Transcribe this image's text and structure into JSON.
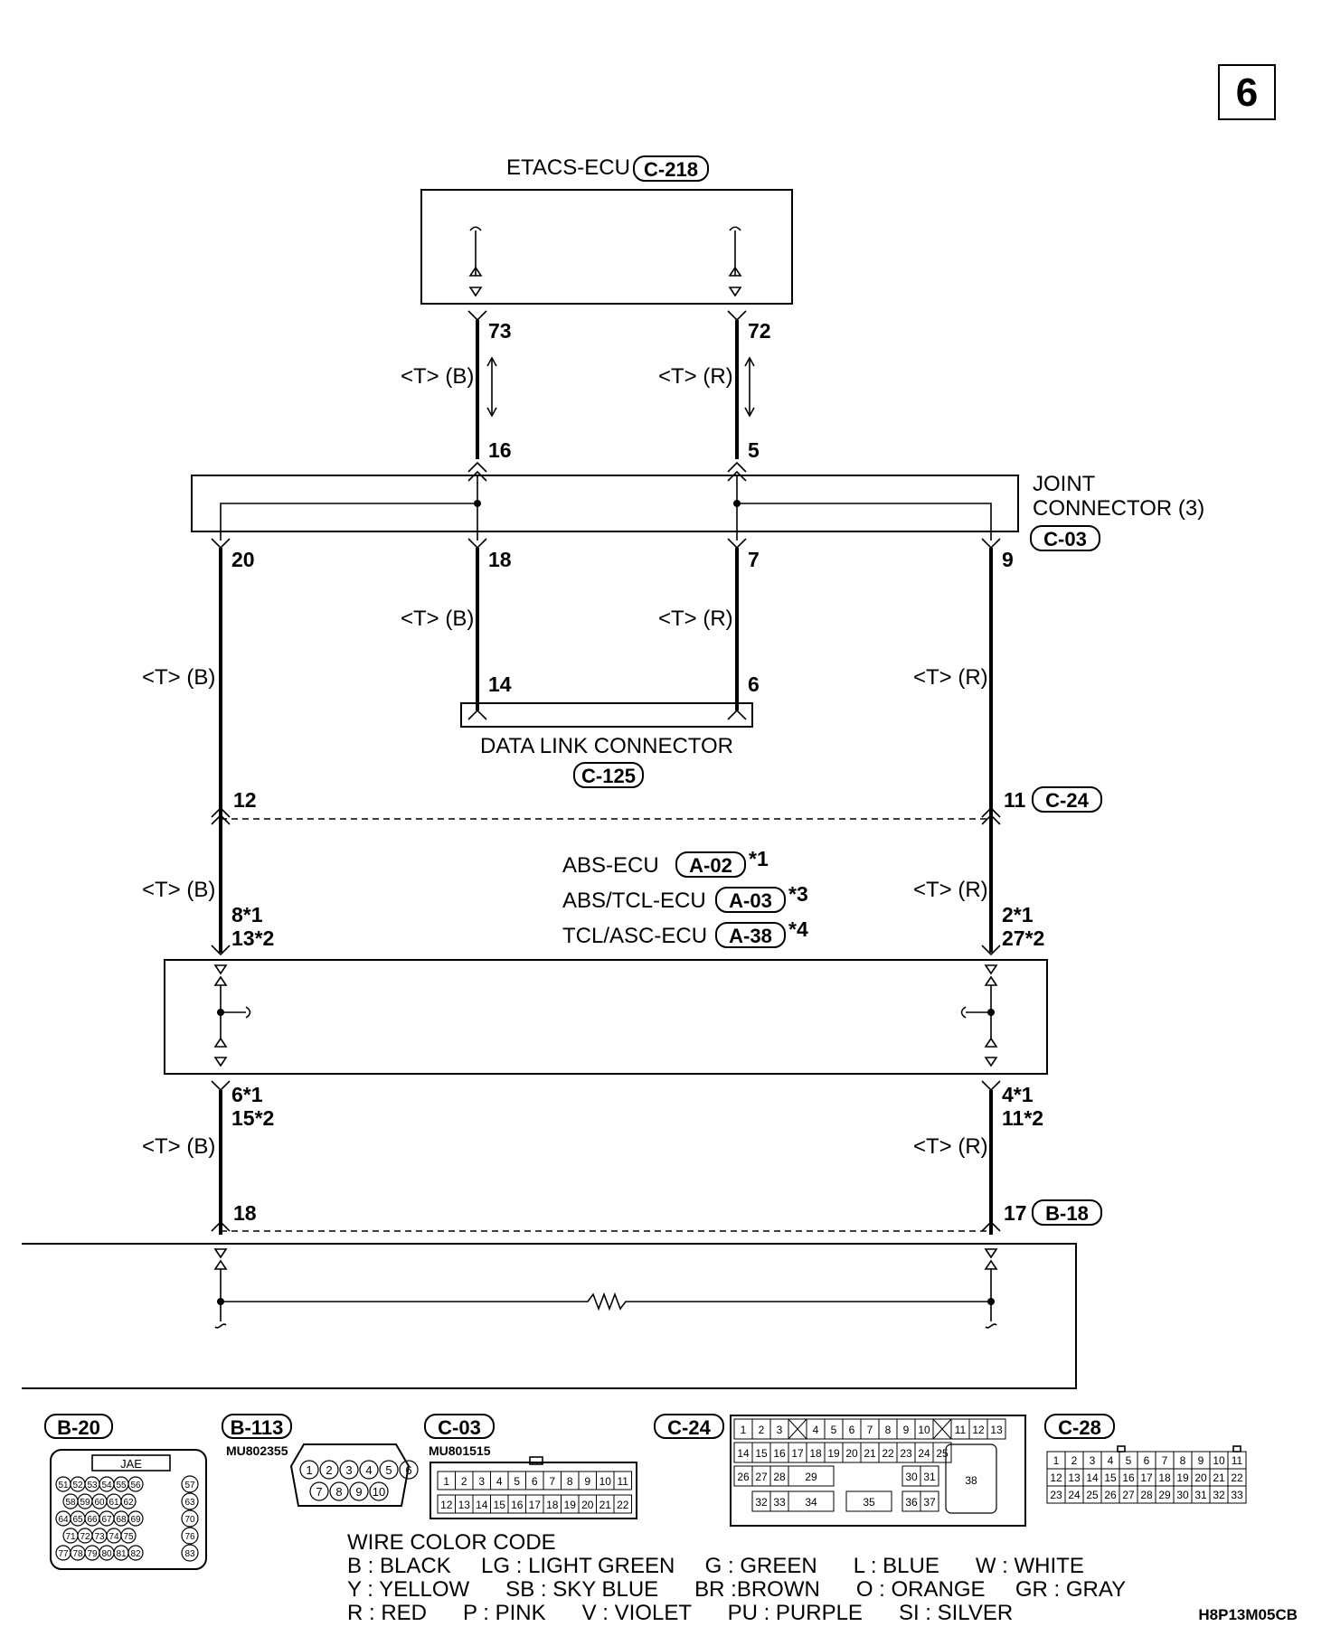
{
  "page_number": "6",
  "etacs": {
    "label": "ETACS-ECU",
    "connector": "C-218",
    "pin_left": "73",
    "pin_right": "72"
  },
  "seg1": {
    "left_wire": "<T> (B)",
    "right_wire": "<T> (R)",
    "pin_left_bottom": "16",
    "pin_right_bottom": "5"
  },
  "joint": {
    "label_line1": "JOINT",
    "label_line2": "CONNECTOR (3)",
    "connector": "C-03",
    "pin_far_left": "20",
    "pin_mid_left": "18",
    "pin_mid_right": "7",
    "pin_far_right": "9"
  },
  "dlc_wires": {
    "left": "<T> (B)",
    "right": "<T> (R)",
    "pin_left": "14",
    "pin_right": "6"
  },
  "dlc": {
    "label": "DATA LINK CONNECTOR",
    "connector": "C-125"
  },
  "seg2": {
    "left_wire": "<T> (B)",
    "right_wire": "<T> (R)"
  },
  "c24": {
    "pin_left": "12",
    "pin_right": "11",
    "connector": "C-24"
  },
  "abs": {
    "line1_label": "ABS-ECU",
    "line1_conn": "A-02",
    "line1_star": "*1",
    "line2_label": "ABS/TCL-ECU",
    "line2_conn": "A-03",
    "line2_star": "*3",
    "line3_label": "TCL/ASC-ECU",
    "line3_conn": "A-38",
    "line3_star": "*4",
    "left_wire": "<T> (B)",
    "right_wire": "<T> (R)",
    "pin_left_top_a": "8*1",
    "pin_left_top_b": "13*2",
    "pin_right_top_a": "2*1",
    "pin_right_top_b": "27*2",
    "pin_left_bot_a": "6*1",
    "pin_left_bot_b": "15*2",
    "pin_right_bot_a": "4*1",
    "pin_right_bot_b": "11*2"
  },
  "seg3": {
    "left_wire": "<T> (B)",
    "right_wire": "<T> (R)"
  },
  "b18": {
    "pin_left": "18",
    "pin_right": "17",
    "connector": "B-18"
  },
  "connectors_bottom": {
    "b20": {
      "label": "B-20",
      "sub": "JAE",
      "rows": [
        [
          "51",
          "52",
          "53",
          "54",
          "55",
          "56"
        ],
        [
          "58",
          "59",
          "60",
          "61",
          "62"
        ],
        [
          "64",
          "65",
          "66",
          "67",
          "68",
          "69"
        ],
        [
          "71",
          "72",
          "73",
          "74",
          "75"
        ],
        [
          "77",
          "78",
          "79",
          "80",
          "81",
          "82"
        ]
      ],
      "side": [
        "57",
        "63",
        "70",
        "76",
        "83"
      ]
    },
    "b113": {
      "label": "B-113",
      "part": "MU802355",
      "row1": [
        "1",
        "2",
        "3",
        "4",
        "5",
        "6"
      ],
      "row2": [
        "7",
        "8",
        "9",
        "10"
      ]
    },
    "c03": {
      "label": "C-03",
      "part": "MU801515",
      "row1": [
        "1",
        "2",
        "3",
        "4",
        "5",
        "6",
        "7",
        "8",
        "9",
        "10",
        "11"
      ],
      "row2": [
        "12",
        "13",
        "14",
        "15",
        "16",
        "17",
        "18",
        "19",
        "20",
        "21",
        "22"
      ]
    },
    "c24": {
      "label": "C-24",
      "row1": [
        "1",
        "2",
        "3",
        "",
        "4",
        "5",
        "6",
        "7",
        "8",
        "9",
        "10",
        "",
        "11",
        "12",
        "13"
      ],
      "row2": [
        "14",
        "15",
        "16",
        "17",
        "18",
        "19",
        "20",
        "21",
        "22",
        "23",
        "24",
        "25"
      ],
      "row3": [
        "26",
        "27",
        "28",
        "29",
        "30",
        "31"
      ],
      "row4": [
        "32",
        "33",
        "34",
        "35",
        "36",
        "37"
      ],
      "big": "38"
    },
    "c28": {
      "label": "C-28",
      "row1": [
        "1",
        "2",
        "3",
        "4",
        "5",
        "6",
        "7",
        "8",
        "9",
        "10",
        "11"
      ],
      "row2": [
        "12",
        "13",
        "14",
        "15",
        "16",
        "17",
        "18",
        "19",
        "20",
        "21",
        "22"
      ],
      "row3": [
        "23",
        "24",
        "25",
        "26",
        "27",
        "28",
        "29",
        "30",
        "31",
        "32",
        "33"
      ]
    }
  },
  "wire_color_code": {
    "title": "WIRE COLOR CODE",
    "line1": "B : BLACK     LG : LIGHT GREEN     G : GREEN      L : BLUE      W : WHITE",
    "line2": "Y : YELLOW      SB : SKY BLUE      BR :BROWN      O : ORANGE     GR : GRAY",
    "line3": "R : RED      P : PINK      V : VIOLET      PU : PURPLE      SI : SILVER"
  },
  "doc_code": "H8P13M05CB"
}
